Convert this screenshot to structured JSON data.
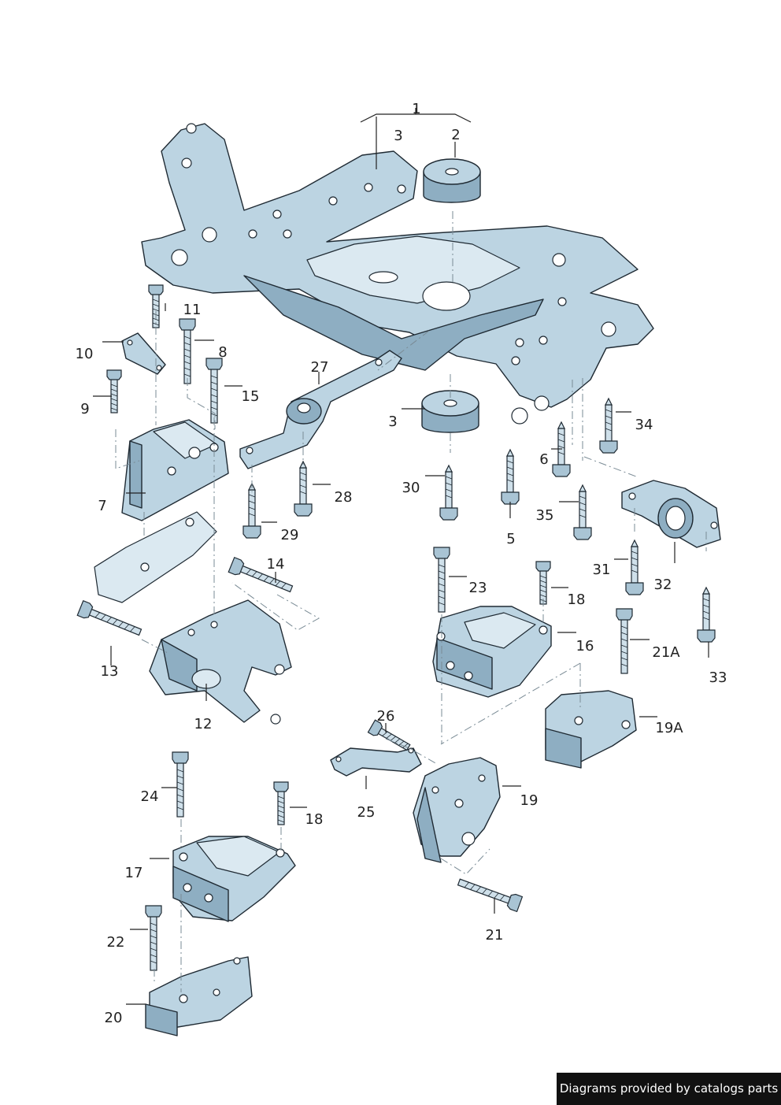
{
  "footer": {
    "text": "Diagrams provided by catalogs parts"
  },
  "colors": {
    "part_fill": "#bcd4e2",
    "part_shadow": "#8eaec2",
    "outline": "#1f2a33",
    "footer_bg": "#111111"
  },
  "labels": {
    "p1": "1",
    "p2": "2",
    "p3a": "3",
    "p3b": "3",
    "p5": "5",
    "p6": "6",
    "p7": "7",
    "p8": "8",
    "p9": "9",
    "p10": "10",
    "p11": "11",
    "p12": "12",
    "p13": "13",
    "p14": "14",
    "p15": "15",
    "p16": "16",
    "p17": "17",
    "p18a": "18",
    "p18b": "18",
    "p19": "19",
    "p19a": "19A",
    "p20": "20",
    "p21": "21",
    "p21a": "21A",
    "p22": "22",
    "p23": "23",
    "p24": "24",
    "p25": "25",
    "p26": "26",
    "p27": "27",
    "p28": "28",
    "p29": "29",
    "p30": "30",
    "p31": "31",
    "p32": "32",
    "p33": "33",
    "p34": "34",
    "p35": "35"
  }
}
